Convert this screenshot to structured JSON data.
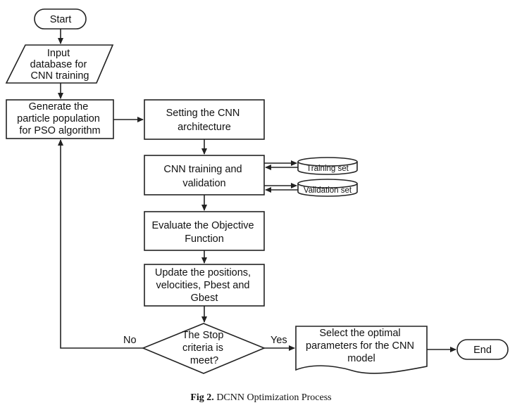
{
  "nodes": {
    "start": [
      "Start"
    ],
    "input": [
      "Input",
      "database for",
      "CNN training"
    ],
    "generate": [
      "Generate the",
      "particle population",
      "for PSO algorithm"
    ],
    "setting": [
      "Setting the CNN",
      "architecture"
    ],
    "training": [
      "CNN training and",
      "validation"
    ],
    "training_set": [
      "Training set"
    ],
    "validation_set": [
      "Validation set"
    ],
    "evaluate": [
      "Evaluate the Objective",
      "Function"
    ],
    "update": [
      "Update the positions,",
      "velocities, Pbest and",
      "Gbest"
    ],
    "decision": [
      "The Stop",
      "criteria is",
      "meet?"
    ],
    "select": [
      "Select the optimal",
      "parameters for the CNN",
      "model"
    ],
    "end": [
      "End"
    ]
  },
  "edge_labels": {
    "no": "No",
    "yes": "Yes"
  },
  "caption": {
    "fig_label": "Fig  2.",
    "text": " DCNN Optimization Process"
  }
}
